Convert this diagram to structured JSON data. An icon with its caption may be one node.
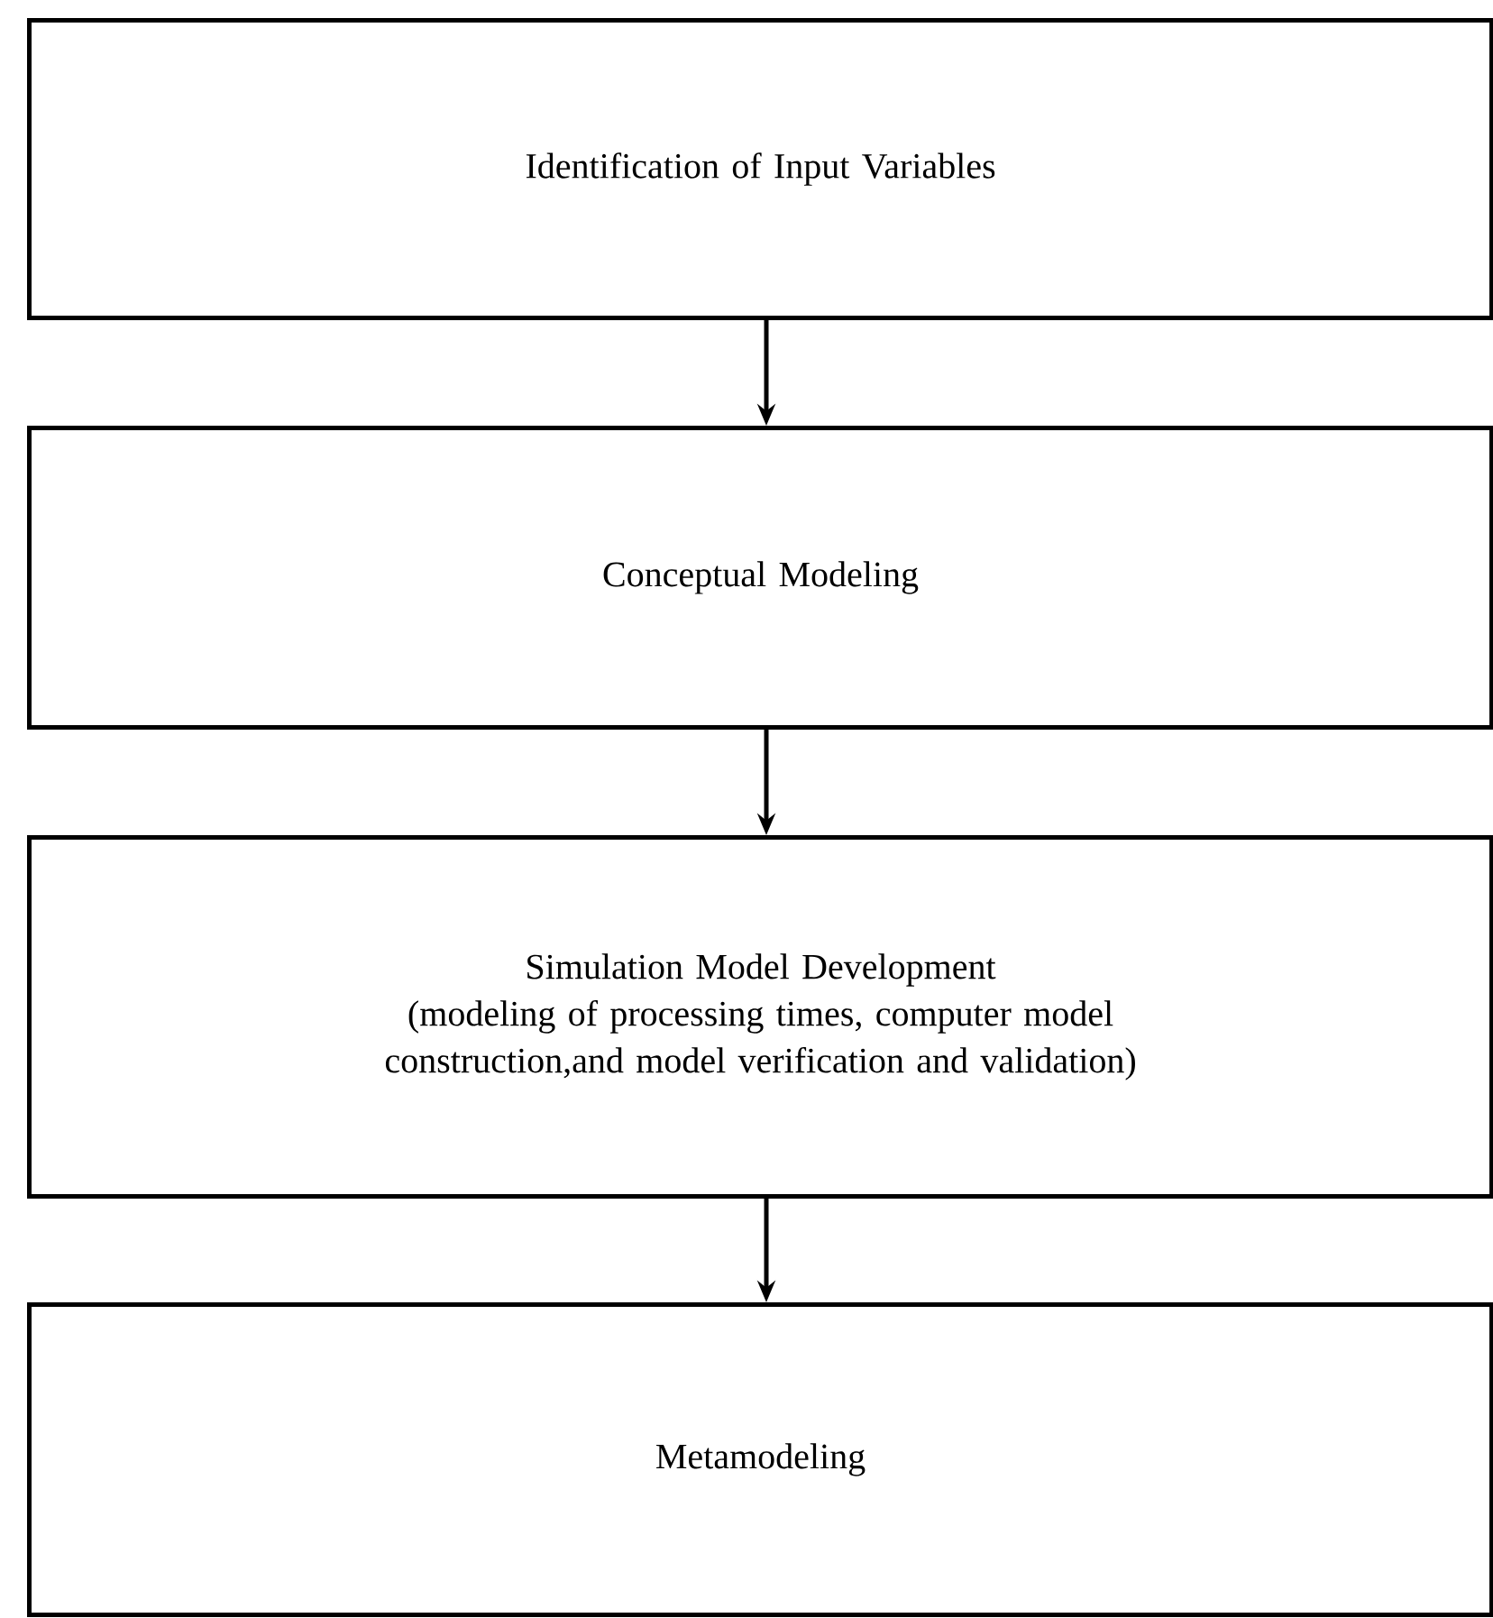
{
  "diagram": {
    "nodes": [
      {
        "text": [
          "Identification  of Input Variables"
        ]
      },
      {
        "text": [
          "Conceptual  Modeling"
        ]
      },
      {
        "text": [
          "Simulation  Model Development",
          "(modeling  of processing  times,  computer  model construction,and  model verification  and validation)"
        ]
      },
      {
        "text": [
          "Metamodeling"
        ]
      }
    ],
    "edges": [
      {
        "from": 0,
        "to": 1,
        "arrow": "to"
      },
      {
        "from": 1,
        "to": 2,
        "arrow": "to"
      },
      {
        "from": 2,
        "to": 3,
        "arrow": "to"
      }
    ]
  }
}
